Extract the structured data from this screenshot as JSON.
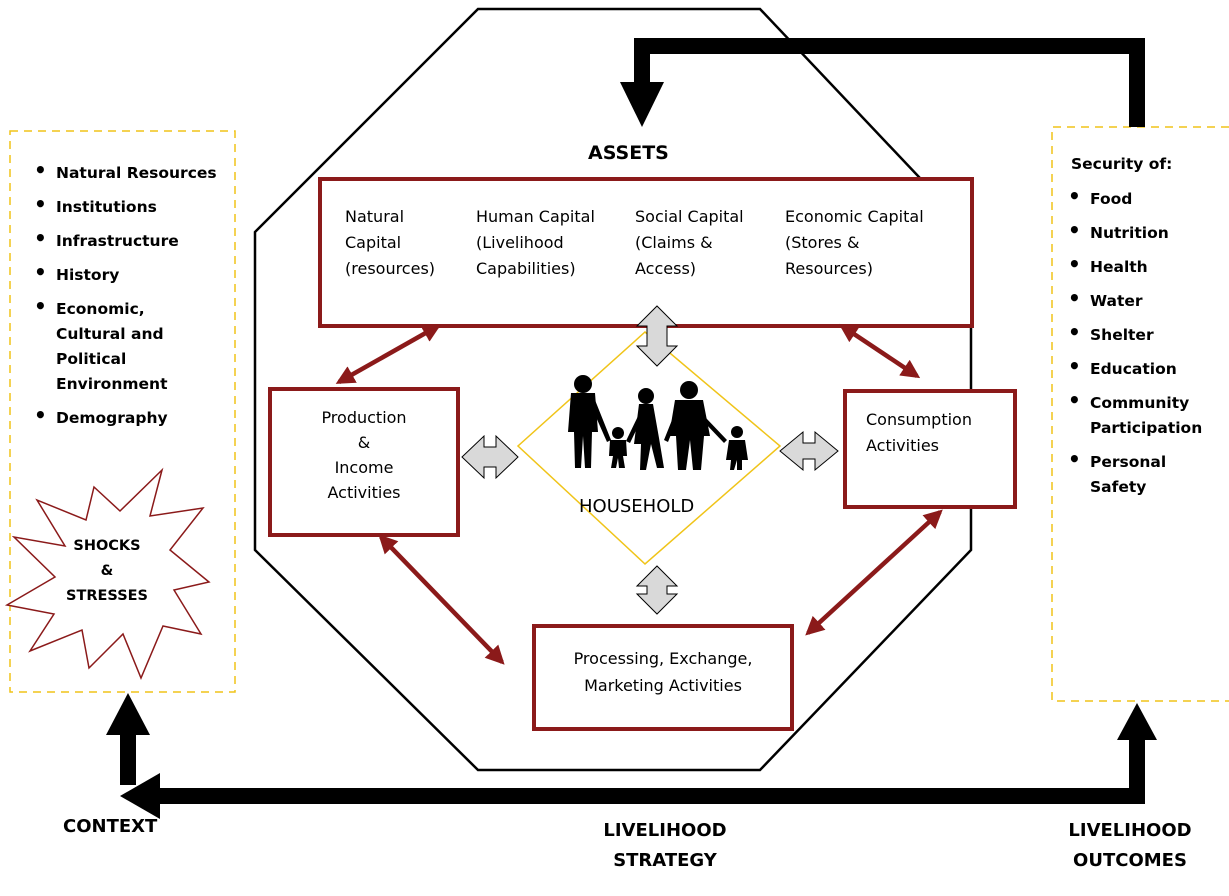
{
  "context": {
    "items": [
      "Natural Resources",
      "Institutions",
      "Infrastructure",
      "History",
      "Economic, Cultural and Political Environment",
      "Demography"
    ],
    "shocks": [
      "SHOCKS",
      "&",
      "STRESSES"
    ],
    "label": "CONTEXT"
  },
  "assets": {
    "title": "ASSETS",
    "capitals": [
      {
        "line1": "Natural",
        "line2": "Capital",
        "line3": "(resources)"
      },
      {
        "line1": "Human Capital",
        "line2": "(Livelihood",
        "line3": "Capabilities)"
      },
      {
        "line1": "Social Capital",
        "line2": "(Claims &",
        "line3": "Access)"
      },
      {
        "line1": "Economic Capital",
        "line2": "(Stores &",
        "line3": "Resources)"
      }
    ]
  },
  "production": [
    "Production",
    "&",
    "Income",
    "Activities"
  ],
  "consumption": [
    "Consumption",
    "Activities"
  ],
  "processing": [
    "Processing, Exchange,",
    "Marketing Activities"
  ],
  "household": {
    "label": "HOUSEHOLD",
    "icon": "family-silhouette-icon"
  },
  "outcomes": {
    "heading": "Security of:",
    "items": [
      "Food",
      "Nutrition",
      "Health",
      "Water",
      "Shelter",
      "Education",
      "Community Participation",
      "Personal Safety"
    ]
  },
  "bottom_labels": {
    "strategy": [
      "LIVELIHOOD",
      "STRATEGY"
    ],
    "outcomes": [
      "LIVELIHOOD",
      "OUTCOMES"
    ]
  },
  "colors": {
    "box_border": "#8b1a1a",
    "arrow_red": "#8b1a1a",
    "dashed_yellow": "#f0c419",
    "diamond_yellow": "#f0c419",
    "grey_arrow": "#d9d9d9"
  }
}
